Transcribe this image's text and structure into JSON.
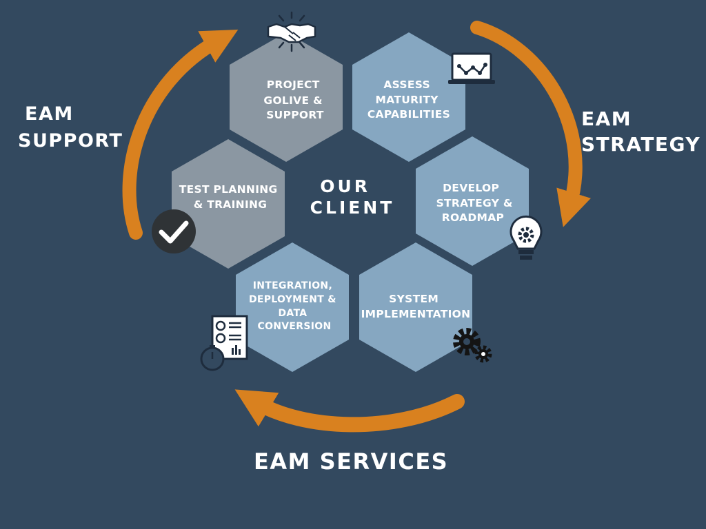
{
  "colors": {
    "background": "#33495f",
    "arrow": "#d9811f",
    "hex_grey": "#8b97a2",
    "hex_blue": "#86a7c1",
    "icon_dark": "#1e2c3d"
  },
  "center_label": {
    "line1": "OUR",
    "line2": "CLIENT"
  },
  "cycle_labels": {
    "support": {
      "line1": "EAM",
      "line2": "SUPPORT"
    },
    "strategy": {
      "line1": "EAM",
      "line2": "STRATEGY"
    },
    "services": "EAM SERVICES"
  },
  "hexagons": {
    "project_golive": {
      "lines": [
        "PROJECT",
        "GOLIVE &",
        "SUPPORT"
      ],
      "color": "grey",
      "icon": "handshake-icon"
    },
    "assess_maturity": {
      "lines": [
        "ASSESS",
        "MATURITY",
        "CAPABILITIES"
      ],
      "color": "blue",
      "icon": "laptop-chart-icon"
    },
    "test_planning": {
      "lines": [
        "TEST PLANNING",
        "& TRAINING"
      ],
      "color": "grey",
      "icon": "checkmark-icon"
    },
    "develop_strategy": {
      "lines": [
        "DEVELOP",
        "STRATEGY  &",
        "ROADMAP"
      ],
      "color": "blue",
      "icon": "lightbulb-gear-icon"
    },
    "integration": {
      "lines": [
        "INTEGRATION,",
        "DEPLOYMENT &",
        "DATA",
        "CONVERSION"
      ],
      "color": "blue",
      "icon": "report-stopwatch-icon"
    },
    "system_impl": {
      "lines": [
        "SYSTEM",
        "IMPLEMENTATION"
      ],
      "color": "blue",
      "icon": "gears-icon"
    }
  }
}
